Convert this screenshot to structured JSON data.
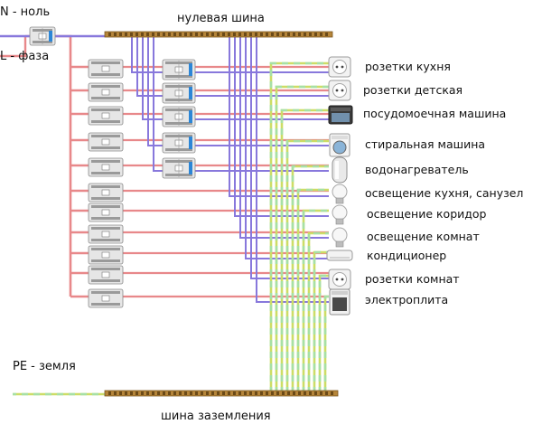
{
  "labels": {
    "neutral": "N - ноль",
    "phase": "L - фаза",
    "neutral_bus": "нулевая шина",
    "ground": "PE - земля",
    "ground_bus": "шина заземления"
  },
  "consumers": [
    {
      "name": "розетки кухня",
      "icon": "socket-icon"
    },
    {
      "name": "розетки детская",
      "icon": "socket-icon"
    },
    {
      "name": "посудомоечная машина",
      "icon": "dishwasher-icon"
    },
    {
      "name": "стиральная машина",
      "icon": "washing-machine-icon"
    },
    {
      "name": "водонагреватель",
      "icon": "water-heater-icon"
    },
    {
      "name": "освещение кухня, санузел",
      "icon": "light-bulb-icon"
    },
    {
      "name": "освещение коридор",
      "icon": "light-bulb-icon"
    },
    {
      "name": "освещение комнат",
      "icon": "light-bulb-icon"
    },
    {
      "name": "кондиционер",
      "icon": "air-conditioner-icon"
    },
    {
      "name": "розетки комнат",
      "icon": "socket-icon"
    },
    {
      "name": "электроплита",
      "icon": "electric-stove-icon"
    }
  ],
  "colors": {
    "phase_wire": "#e8888a",
    "neutral_wire": "#8878dc",
    "ground_wire_a": "#ccdd66",
    "ground_wire_b": "#a6e0a6",
    "bus_bar": "#b5853a",
    "breaker_body": "#e6e6e6",
    "breaker_accent": "#2d86d6"
  }
}
